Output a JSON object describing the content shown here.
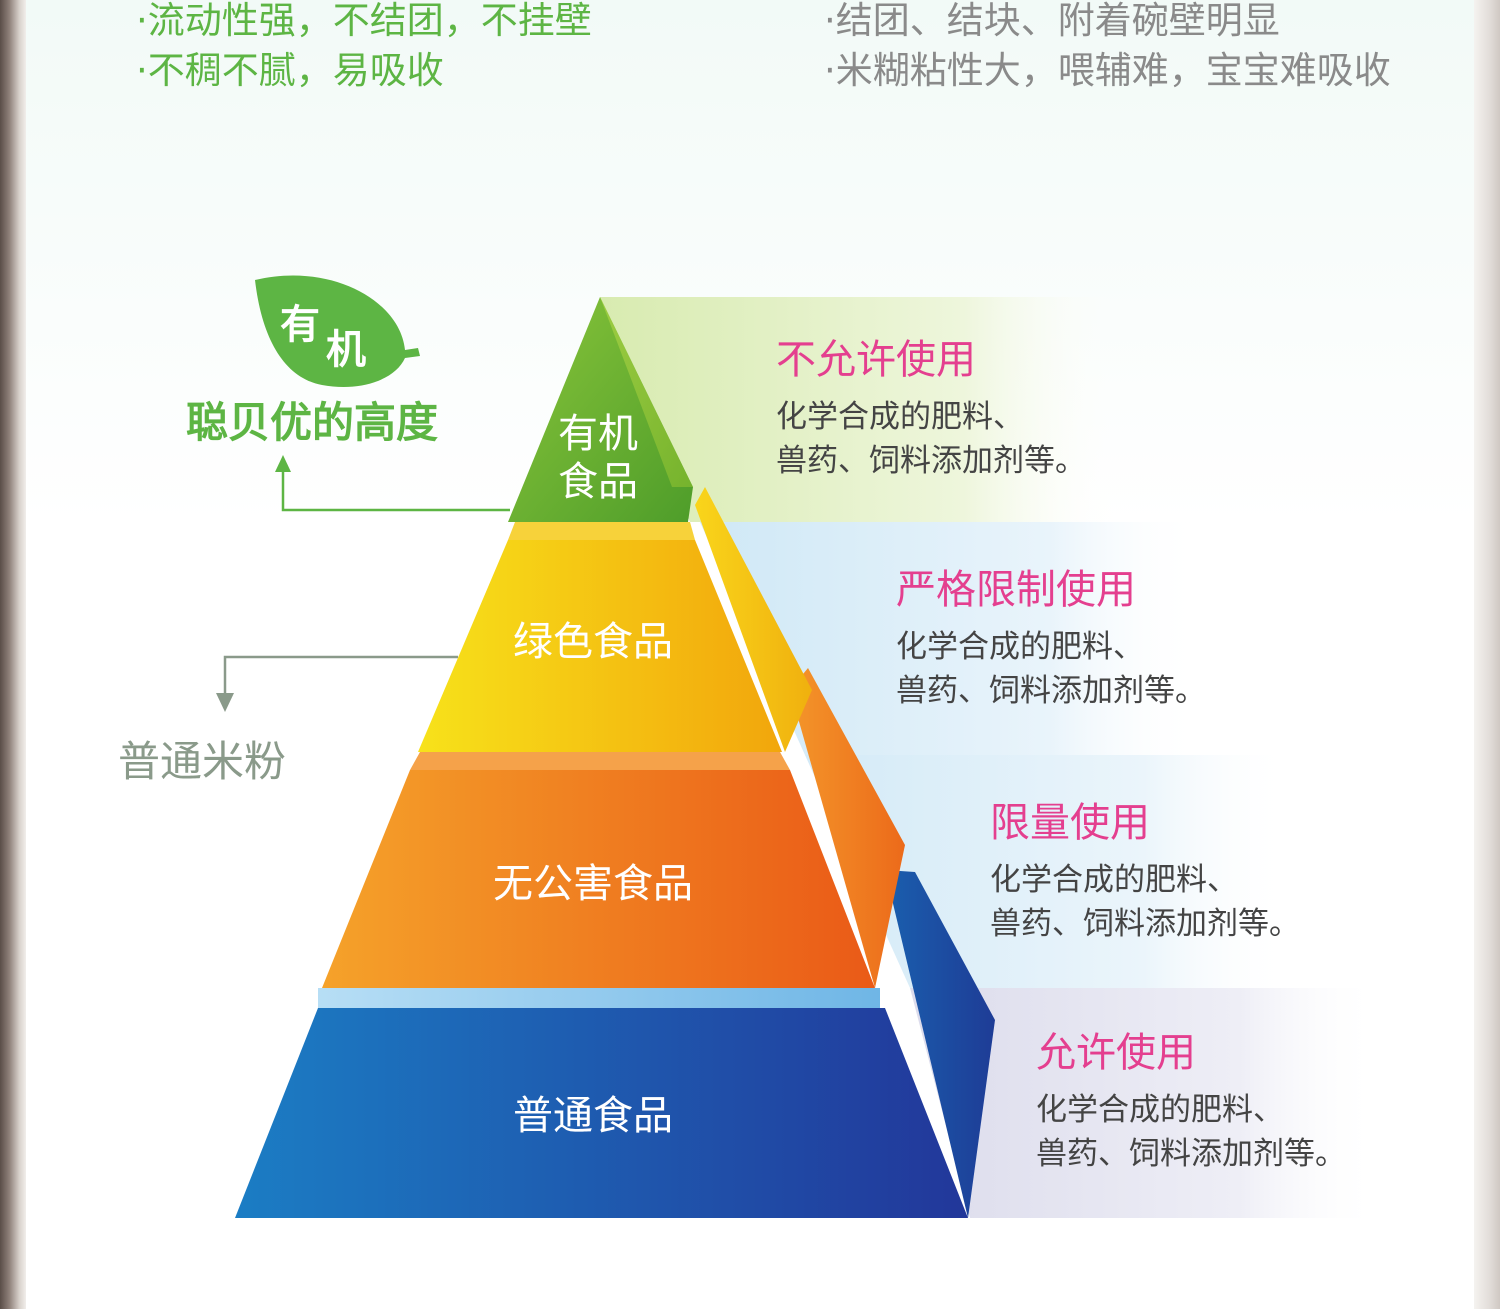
{
  "comparison": {
    "left_points": [
      "·流动性强，不结团，不挂壁",
      "·不稠不腻，易吸收"
    ],
    "right_points": [
      "·结团、结块、附着碗壁明显",
      "·米糊粘性大，喂辅难，宝宝难吸收"
    ]
  },
  "brand": {
    "leaf_char_1": "有",
    "leaf_char_2": "机",
    "tagline": "聪贝优的高度",
    "normal_rice_label": "普通米粉"
  },
  "tiers": [
    {
      "label_line1": "有机",
      "label_line2": "食品",
      "usage_title": "不允许使用",
      "usage_line1": "化学合成的肥料、",
      "usage_line2": "兽药、饲料添加剂等。"
    },
    {
      "label": "绿色食品",
      "usage_title": "严格限制使用",
      "usage_line1": "化学合成的肥料、",
      "usage_line2": "兽药、饲料添加剂等。"
    },
    {
      "label": "无公害食品",
      "usage_title": "限量使用",
      "usage_line1": "化学合成的肥料、",
      "usage_line2": "兽药、饲料添加剂等。"
    },
    {
      "label": "普通食品",
      "usage_title": "允许使用",
      "usage_line1": "化学合成的肥料、",
      "usage_line2": "兽药、饲料添加剂等。"
    }
  ],
  "colors": {
    "accent_green": "#5db544",
    "usage_pink": "#e43f8f",
    "tier_organic": "#76b82a",
    "tier_green": "#f3c10c",
    "tier_pollution_free": "#ef7d1a",
    "tier_normal": "#1e56a8"
  }
}
